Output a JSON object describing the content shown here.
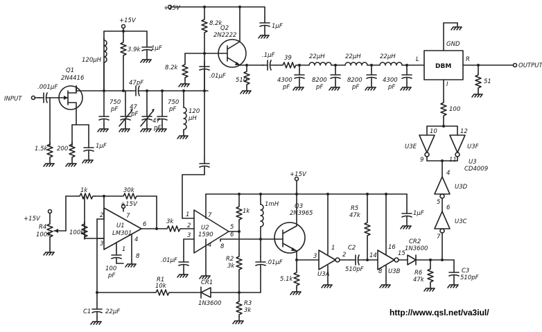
{
  "labels": {
    "top_supply": "+15V",
    "mid_supply": "+15V",
    "u1_supply": "+15V",
    "r4_supply": "+15V",
    "input": "INPUT",
    "output": "OUTPUT",
    "url": "http://www.qsl.net/va3iul/",
    "c_in": ".001μF",
    "q1_ref": "Q1",
    "q1_part": "2N4416",
    "l_120u_top": "120μH",
    "r_3k9": "3.9k",
    "c_1u_a": "1μF",
    "c_750_a": "750",
    "c_750_a_unit": "pF",
    "c_47_series": "47pF",
    "c_47_trim_a": "47",
    "c_47_trim_a_unit": "pF",
    "c_47_trim_b": "47",
    "c_47_trim_b_unit": "pF",
    "c_750_b": "750",
    "c_750_b_unit": "pF",
    "l_120u_b": "120",
    "l_120u_b_unit": "μH",
    "r_1k5": "1.5k",
    "r_200": "200",
    "c_1u_b": "1μF",
    "r_8k2_top": "8.2k",
    "r_8k2_mid": "8.2k",
    "c_01u_a": ".01μF",
    "q2_ref": "Q2",
    "q2_part": "2N2222",
    "c_1u_top": "1μF",
    "r_510": "510",
    "c_01u_out": ".1μF",
    "r_39": "39",
    "l_22u_1": "22μH",
    "l_22u_2": "22μH",
    "l_22u_3": "22μH",
    "c_4300_a": "4300",
    "c_4300_a_unit": "pF",
    "c_8200_a": "8200",
    "c_8200_a_unit": "pF",
    "c_8200_b": "8200",
    "c_8200_b_unit": "pF",
    "c_4300_b": "4300",
    "c_4300_b_unit": "pF",
    "dbm": "DBM",
    "dbm_gnd": "GND",
    "dbm_l": "L",
    "dbm_r": "R",
    "dbm_i": "I",
    "r_51": "51",
    "r_100": "100",
    "pin_10": "10",
    "pin_12": "12",
    "pin_9": "9",
    "pin_11": "11",
    "u3e": "U3E",
    "u3f": "U3F",
    "u3_ref": "U3",
    "u3_part": "CD4009",
    "pin_4": "4",
    "u3d": "U3D",
    "pin_5": "5",
    "pin_6": "6",
    "u3c": "U3C",
    "pin_7": "7",
    "r_1k_fb": "1k",
    "r_30k": "30k",
    "r4_ref": "R4",
    "r4_val": "100k",
    "r_100k": "100k",
    "u1_ref": "U1",
    "u1_part": "LM301",
    "u1_pin2": "2",
    "u1_pin3": "3",
    "u1_pin7": "7",
    "u1_pin6": "6",
    "u1_pin4": "4",
    "u1_pin1": "1",
    "u1_pin8": "8",
    "c_100p": "100",
    "c_100p_unit": "pF",
    "r_3k": "3k",
    "c_01u_b": ".01μF",
    "u2_ref": "U2",
    "u2_part": "1590",
    "u2_pin1": "1",
    "u2_pin2": "2",
    "u2_pin3": "3",
    "u2_pin7": "7",
    "u2_pin5": "5",
    "u2_pin6": "6",
    "u2_pin4": "4",
    "u2_pin8": "8",
    "c_01u_c": ".01μF",
    "r_1k_u2": "1k",
    "l_1mh": "1mH",
    "r2_ref": "R2",
    "r2_val": "3k",
    "c_01u_d": ".01μF",
    "r1_ref": "R1",
    "r1_val": "10k",
    "cr1_ref": "CR1",
    "cr1_part": "1N3600",
    "r3_ref": "R3",
    "r3_val": "3k",
    "c1_ref": "C1",
    "c1_val": "22μF",
    "q3_ref": "Q3",
    "q3_part": "2N3965",
    "r_5k1": "5.1k",
    "r5_ref": "R5",
    "r5_val": "47k",
    "c_1u_c": "1μF",
    "u3a": "U3A",
    "u3a_pin3": "3",
    "u3a_pin1": "1",
    "u3a_pin2": "2",
    "c2_ref": "C2",
    "c2_val": "510pF",
    "u3b": "U3B",
    "u3b_pin14": "14",
    "u3b_pin16": "16",
    "u3b_pin15": "15",
    "u3b_pin8": "8",
    "cr2_ref": "CR2",
    "cr2_part": "1N3600",
    "r6_ref": "R6",
    "r6_val": "47k",
    "c3_ref": "C3",
    "c3_val": "510pF"
  }
}
